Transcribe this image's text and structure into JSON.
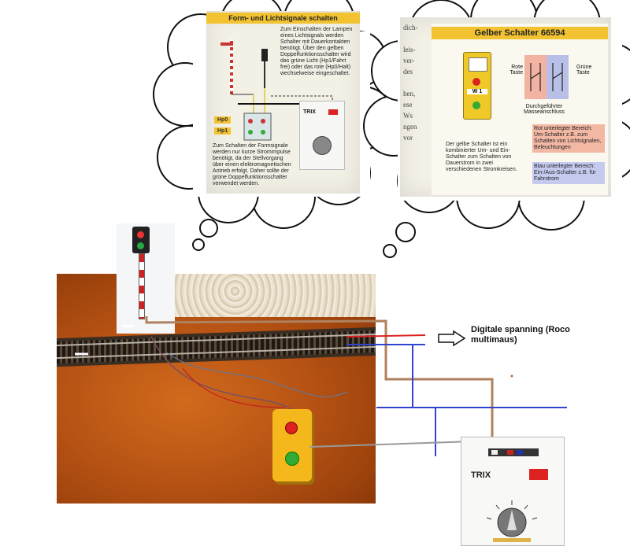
{
  "left_page": {
    "title": "Form- und Lichtsignale schalten",
    "paragraph_top": "Zum Einschalten der Lampen eines Lichtsignals werden Schalter mit Dauerkontakten benötigt. Über den gelben Doppelfunktionsschalter wird das grüne Licht (Hp1/Fahrt frei) oder das rote (Hp0/Halt) wechselweise eingeschaltet.",
    "paragraph_bottom": "Zum Schalten der Formsignale werden nur kurze Stromimpulse benötigt, da der Stellvorgang über einen elektromagnetischen Antrieb erfolgt. Daher sollte der grüne Doppelfunktionsschalter verwendet werden.",
    "tag_hp0": "Hp0",
    "tag_hp1": "Hp1",
    "controller_brand": "TRIX"
  },
  "right_page": {
    "title": "Gelber Schalter 66594",
    "button_label": "W 1",
    "label_red": "Rote Taste",
    "label_green": "Grüne Taste",
    "label_ground": "Durchgeführter Masseanschluss",
    "paragraph": "Der gelbe Schalter ist ein kombinierter Um- und Ein-Schalter zum Schalten von Dauerstrom in zwei verschiedenen Stromkreisen.",
    "box_red": "Rot unterlegter Bereich: Um-Schalter z.B. zum Schalten von Lichtsignalen, Beleuchtungen",
    "box_blue": "Blau unterlegter Bereich: Ein-/Aus-Schalter z.B. für Fahrstrom",
    "margin_text": "dich-\n\nleis-\nver-\ndes\n\nhen,\nese\nWs\nngen\nvor"
  },
  "annotation": {
    "digital_power": "Digitale spanning (Roco multimaus)"
  },
  "controller": {
    "brand": "TRIX"
  }
}
